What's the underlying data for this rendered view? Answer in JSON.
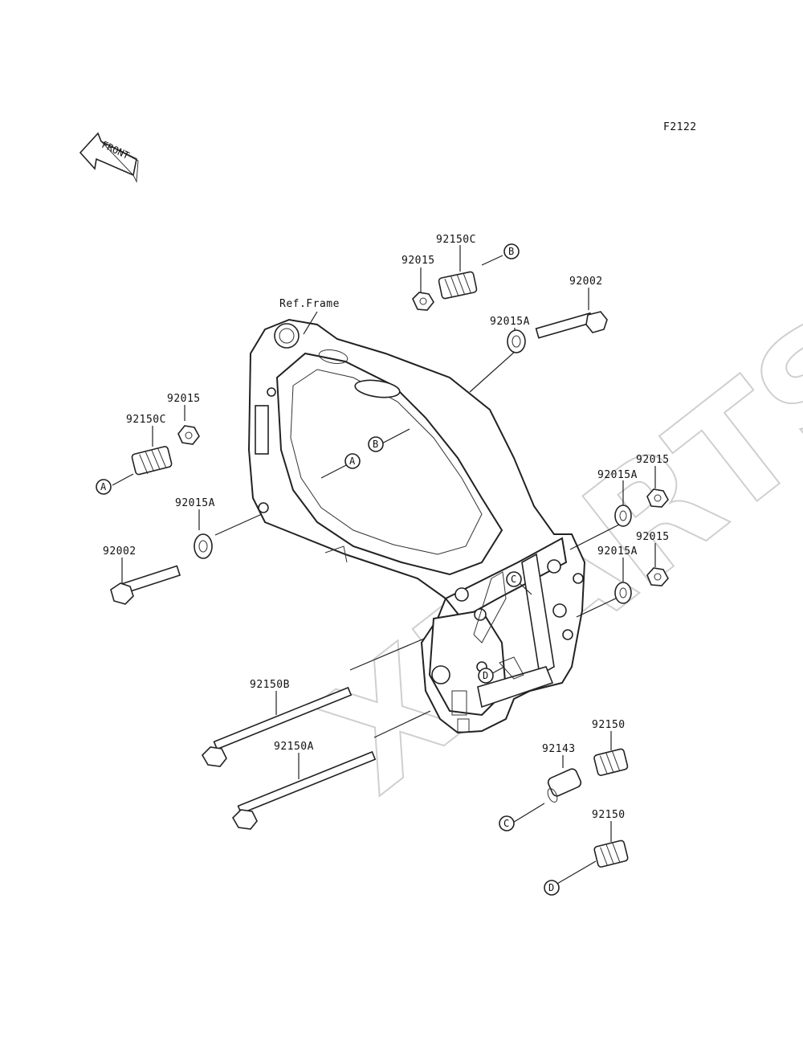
{
  "diagram_code": "F2122",
  "front_label": "FRONT",
  "watermark": "XPARTS",
  "ref_frame": "Ref.Frame",
  "parts": {
    "p92150C_top": "92150C",
    "p92015_top": "92015",
    "p92002_right": "92002",
    "p92015A_top": "92015A",
    "p92015_left": "92015",
    "p92150C_left": "92150C",
    "p92015A_left": "92015A",
    "p92002_left": "92002",
    "p92015_r1": "92015",
    "p92015A_r1": "92015A",
    "p92015_r2": "92015",
    "p92015A_r2": "92015A",
    "p92150B": "92150B",
    "p92150A": "92150A",
    "p92150_top": "92150",
    "p92143": "92143",
    "p92150_bot": "92150"
  },
  "callouts": {
    "a": "A",
    "b": "B",
    "c": "C",
    "d": "D"
  }
}
